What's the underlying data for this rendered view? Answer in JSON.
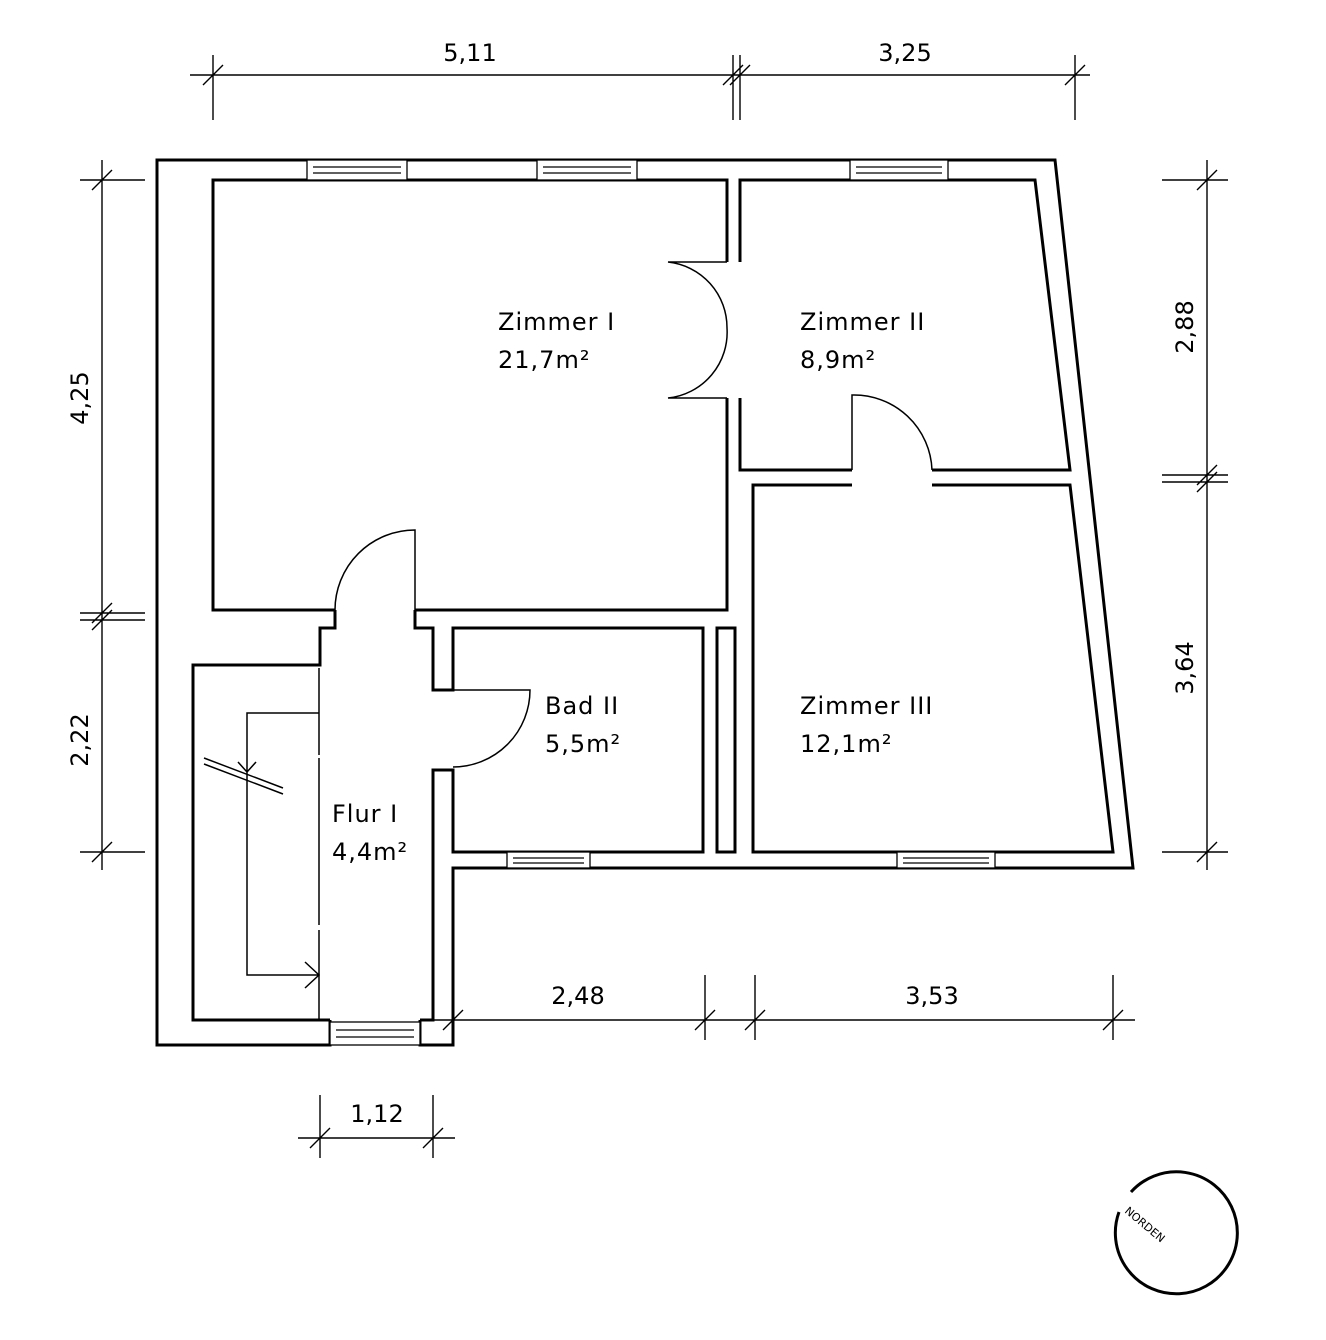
{
  "rooms": [
    {
      "name": "Zimmer I",
      "area": "21,7m²"
    },
    {
      "name": "Zimmer II",
      "area": "8,9m²"
    },
    {
      "name": "Zimmer III",
      "area": "12,1m²"
    },
    {
      "name": "Bad II",
      "area": "5,5m²"
    },
    {
      "name": "Flur I",
      "area": "4,4m²"
    }
  ],
  "dimensions": {
    "top": [
      "5,11",
      "3,25"
    ],
    "left": [
      "4,25",
      "2,22"
    ],
    "right": [
      "2,88",
      "3,64"
    ],
    "bottom": [
      "2,48",
      "3,53"
    ],
    "entrance": "1,12"
  },
  "compass": {
    "label": "NORDEN"
  }
}
